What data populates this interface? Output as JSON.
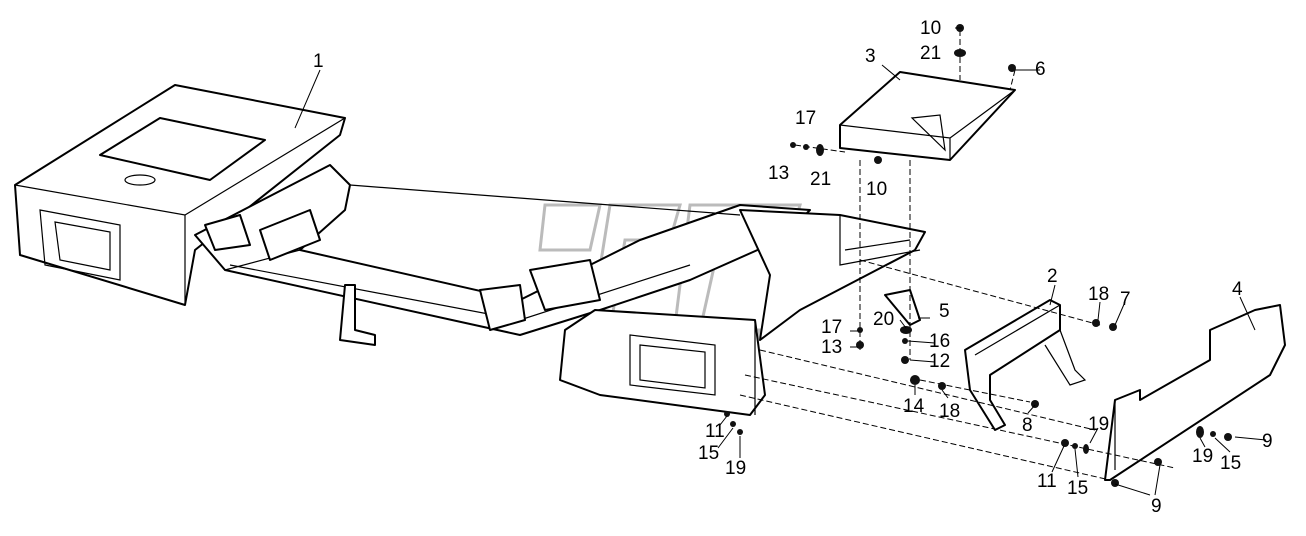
{
  "diagram": {
    "type": "exploded-parts-view",
    "callouts": [
      "1",
      "10",
      "21",
      "6",
      "3",
      "17",
      "13",
      "21",
      "10",
      "2",
      "18",
      "7",
      "4",
      "20",
      "5",
      "17",
      "16",
      "13",
      "12",
      "14",
      "18",
      "8",
      "19",
      "9",
      "19",
      "15",
      "11",
      "15",
      "19",
      "11",
      "15",
      "9"
    ]
  },
  "colors": {
    "line": "#000000",
    "watermark": "#bbbbbb",
    "background": "#ffffff"
  }
}
